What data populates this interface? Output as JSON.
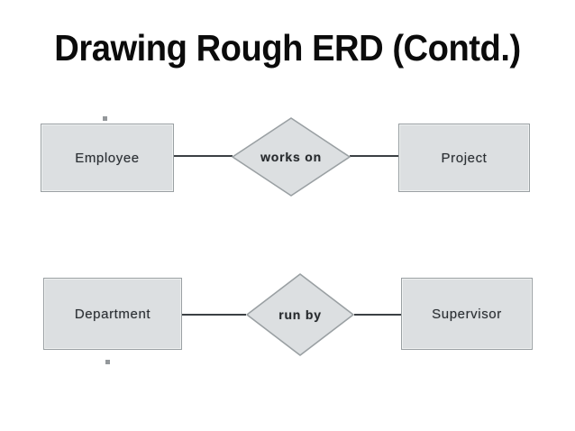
{
  "slide": {
    "title": "Drawing Rough ERD (Contd.)",
    "background_color": "#ffffff",
    "title_color": "#0b0b0b"
  },
  "diagram": {
    "type": "entity-relationship-diagram",
    "shape_fill_color": "#dcdfe1",
    "shape_border_color": "#9aa0a3",
    "line_color": "#3b4044",
    "entities": [
      {
        "id": "employee",
        "label": "Employee"
      },
      {
        "id": "project",
        "label": "Project"
      },
      {
        "id": "department",
        "label": "Department"
      },
      {
        "id": "supervisor",
        "label": "Supervisor"
      }
    ],
    "relationships": [
      {
        "id": "works-on",
        "label": "works on",
        "from": "Employee",
        "to": "Project"
      },
      {
        "id": "run-by",
        "label": "run by",
        "from": "Department",
        "to": "Supervisor"
      }
    ]
  }
}
